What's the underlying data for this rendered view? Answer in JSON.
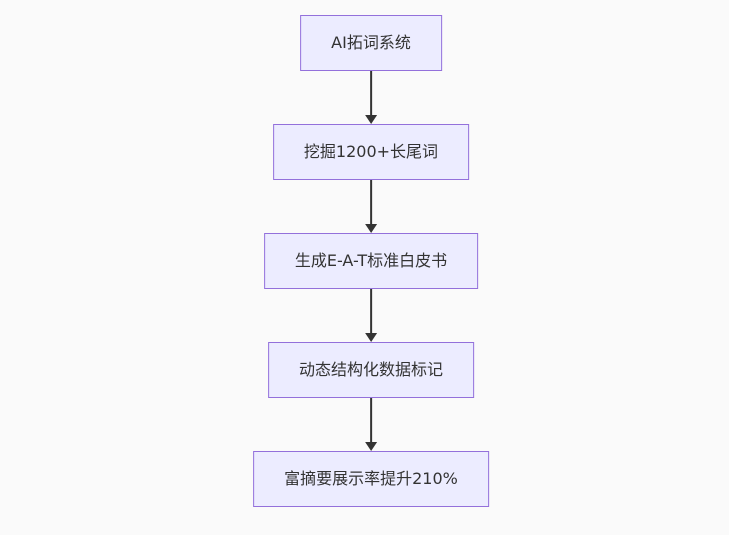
{
  "page": {
    "background_color": "#fafafa"
  },
  "flowchart": {
    "type": "vertical-flowchart",
    "direction": "top-to-bottom",
    "colors": {
      "node_fill": "#ECECFF",
      "node_border": "#9370DB",
      "node_text": "#333333",
      "arrow": "#333333"
    },
    "nodes": [
      {
        "id": "n1",
        "label": "AI拓词系统"
      },
      {
        "id": "n2",
        "label": "挖掘1200+长尾词"
      },
      {
        "id": "n3",
        "label": "生成E-A-T标准白皮书"
      },
      {
        "id": "n4",
        "label": "动态结构化数据标记"
      },
      {
        "id": "n5",
        "label": "富摘要展示率提升210%"
      }
    ],
    "edges": [
      {
        "from": "n1",
        "to": "n2"
      },
      {
        "from": "n2",
        "to": "n3"
      },
      {
        "from": "n3",
        "to": "n4"
      },
      {
        "from": "n4",
        "to": "n5"
      }
    ]
  }
}
